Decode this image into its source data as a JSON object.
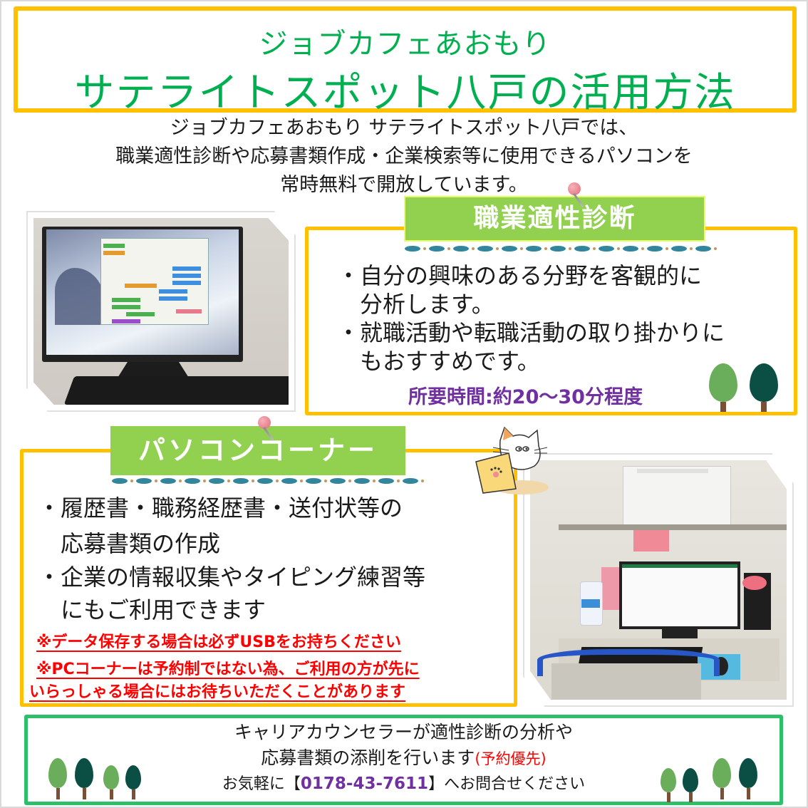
{
  "header": {
    "title_line1": "ジョブカフェあおもり",
    "title_line2": "サテライトスポット八戸の活用方法"
  },
  "intro": {
    "lines": [
      "ジョブカフェあおもり サテライトスポット八戸では、",
      "職業適性診断や応募書類作成・企業検索等に使用できるパソコンを",
      "常時無料で開放しています。"
    ]
  },
  "aptitude": {
    "label": "職業適性診断",
    "bullets": [
      {
        "line1": "・自分の興味のある分野を客観的に",
        "line2": "分析します。"
      },
      {
        "line1": "・就職活動や転職活動の取り掛かりに",
        "line2": "もおすすめです。"
      }
    ],
    "duration": "所要時間:約20〜30分程度"
  },
  "pc_corner": {
    "label": "パソコンコーナー",
    "bullets": [
      {
        "line1": "・履歴書・職務経歴書・送付状等の",
        "line2": "応募書類の作成"
      },
      {
        "line1": "・企業の情報収集やタイピング練習等",
        "line2": "にもご利用できます"
      }
    ],
    "notes": [
      "※データ保存する場合は必ずUSBをお持ちください",
      "※PCコーナーは予約制ではない為、ご利用の方が先に",
      "いらっしゃる場合にはお待ちいただくことがあります"
    ]
  },
  "footer": {
    "line1": "キャリアカウンセラーが適性診断の分析や",
    "line2": "応募書類の添削を行います",
    "line2_note": "(予約優先)",
    "line3_prefix": "お気軽に【",
    "phone": "0178-43-7611",
    "line3_suffix": "】へお問合せください"
  },
  "images": {
    "photo1": "monitor-with-aptitude-test-photo",
    "photo2": "pc-corner-desk-photo",
    "mascot": "cat-with-laptop-illustration"
  },
  "colors": {
    "title_green": "#00b050",
    "border_yellow": "#ffc000",
    "label_green": "#92d050",
    "footer_green": "#2fbf6a",
    "note_red": "#ff0000",
    "purple": "#7030a0",
    "tree_light": "#6aad5a",
    "tree_dark": "#0b4f44"
  }
}
